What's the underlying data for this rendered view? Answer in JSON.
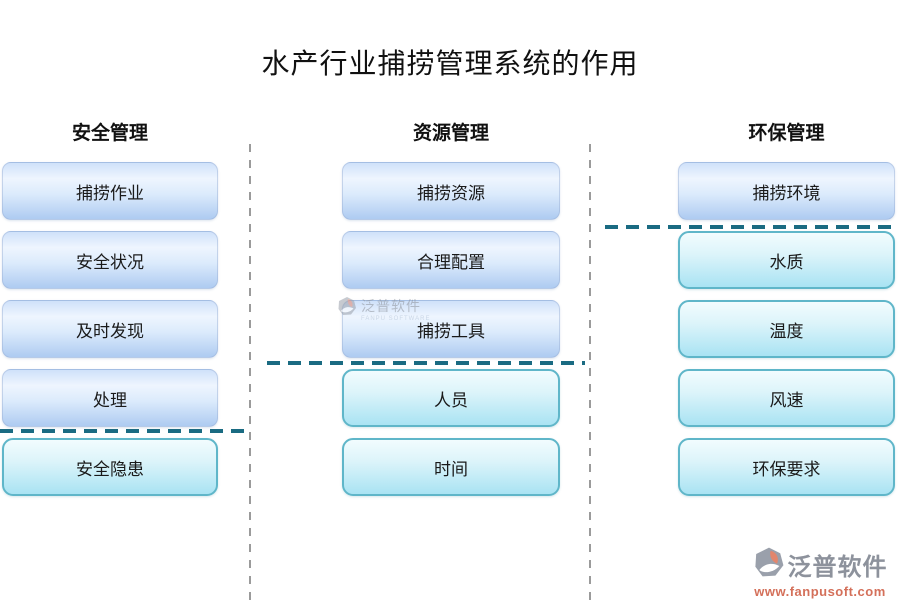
{
  "title": "水产行业捕捞管理系统的作用",
  "columns": [
    {
      "header": "安全管理",
      "items": [
        {
          "label": "捕捞作业"
        },
        {
          "label": "安全状况"
        },
        {
          "label": "及时发现"
        },
        {
          "label": "处理"
        },
        {
          "label": "安全隐患"
        }
      ]
    },
    {
      "header": "资源管理",
      "items": [
        {
          "label": "捕捞资源"
        },
        {
          "label": "合理配置"
        },
        {
          "label": "捕捞工具"
        },
        {
          "label": "人员"
        },
        {
          "label": "时间"
        }
      ]
    },
    {
      "header": "环保管理",
      "items": [
        {
          "label": "捕捞环境"
        },
        {
          "label": "水质"
        },
        {
          "label": "温度"
        },
        {
          "label": "风速"
        },
        {
          "label": "环保要求"
        }
      ]
    }
  ],
  "watermark": {
    "brand": "泛普软件",
    "caption": "FANPU SOFTWARE"
  },
  "footer_logo": {
    "brand": "泛普软件",
    "url": "www.fanpusoft.com"
  },
  "colors": {
    "separator_teal": "#1a6b82",
    "divider_gray": "#9b9b9b",
    "node_blue_bottom": "#aecbf1",
    "node_cyan_border": "#5fb6c9",
    "brand_gray": "#8d929c",
    "brand_orange": "#d4705a"
  }
}
